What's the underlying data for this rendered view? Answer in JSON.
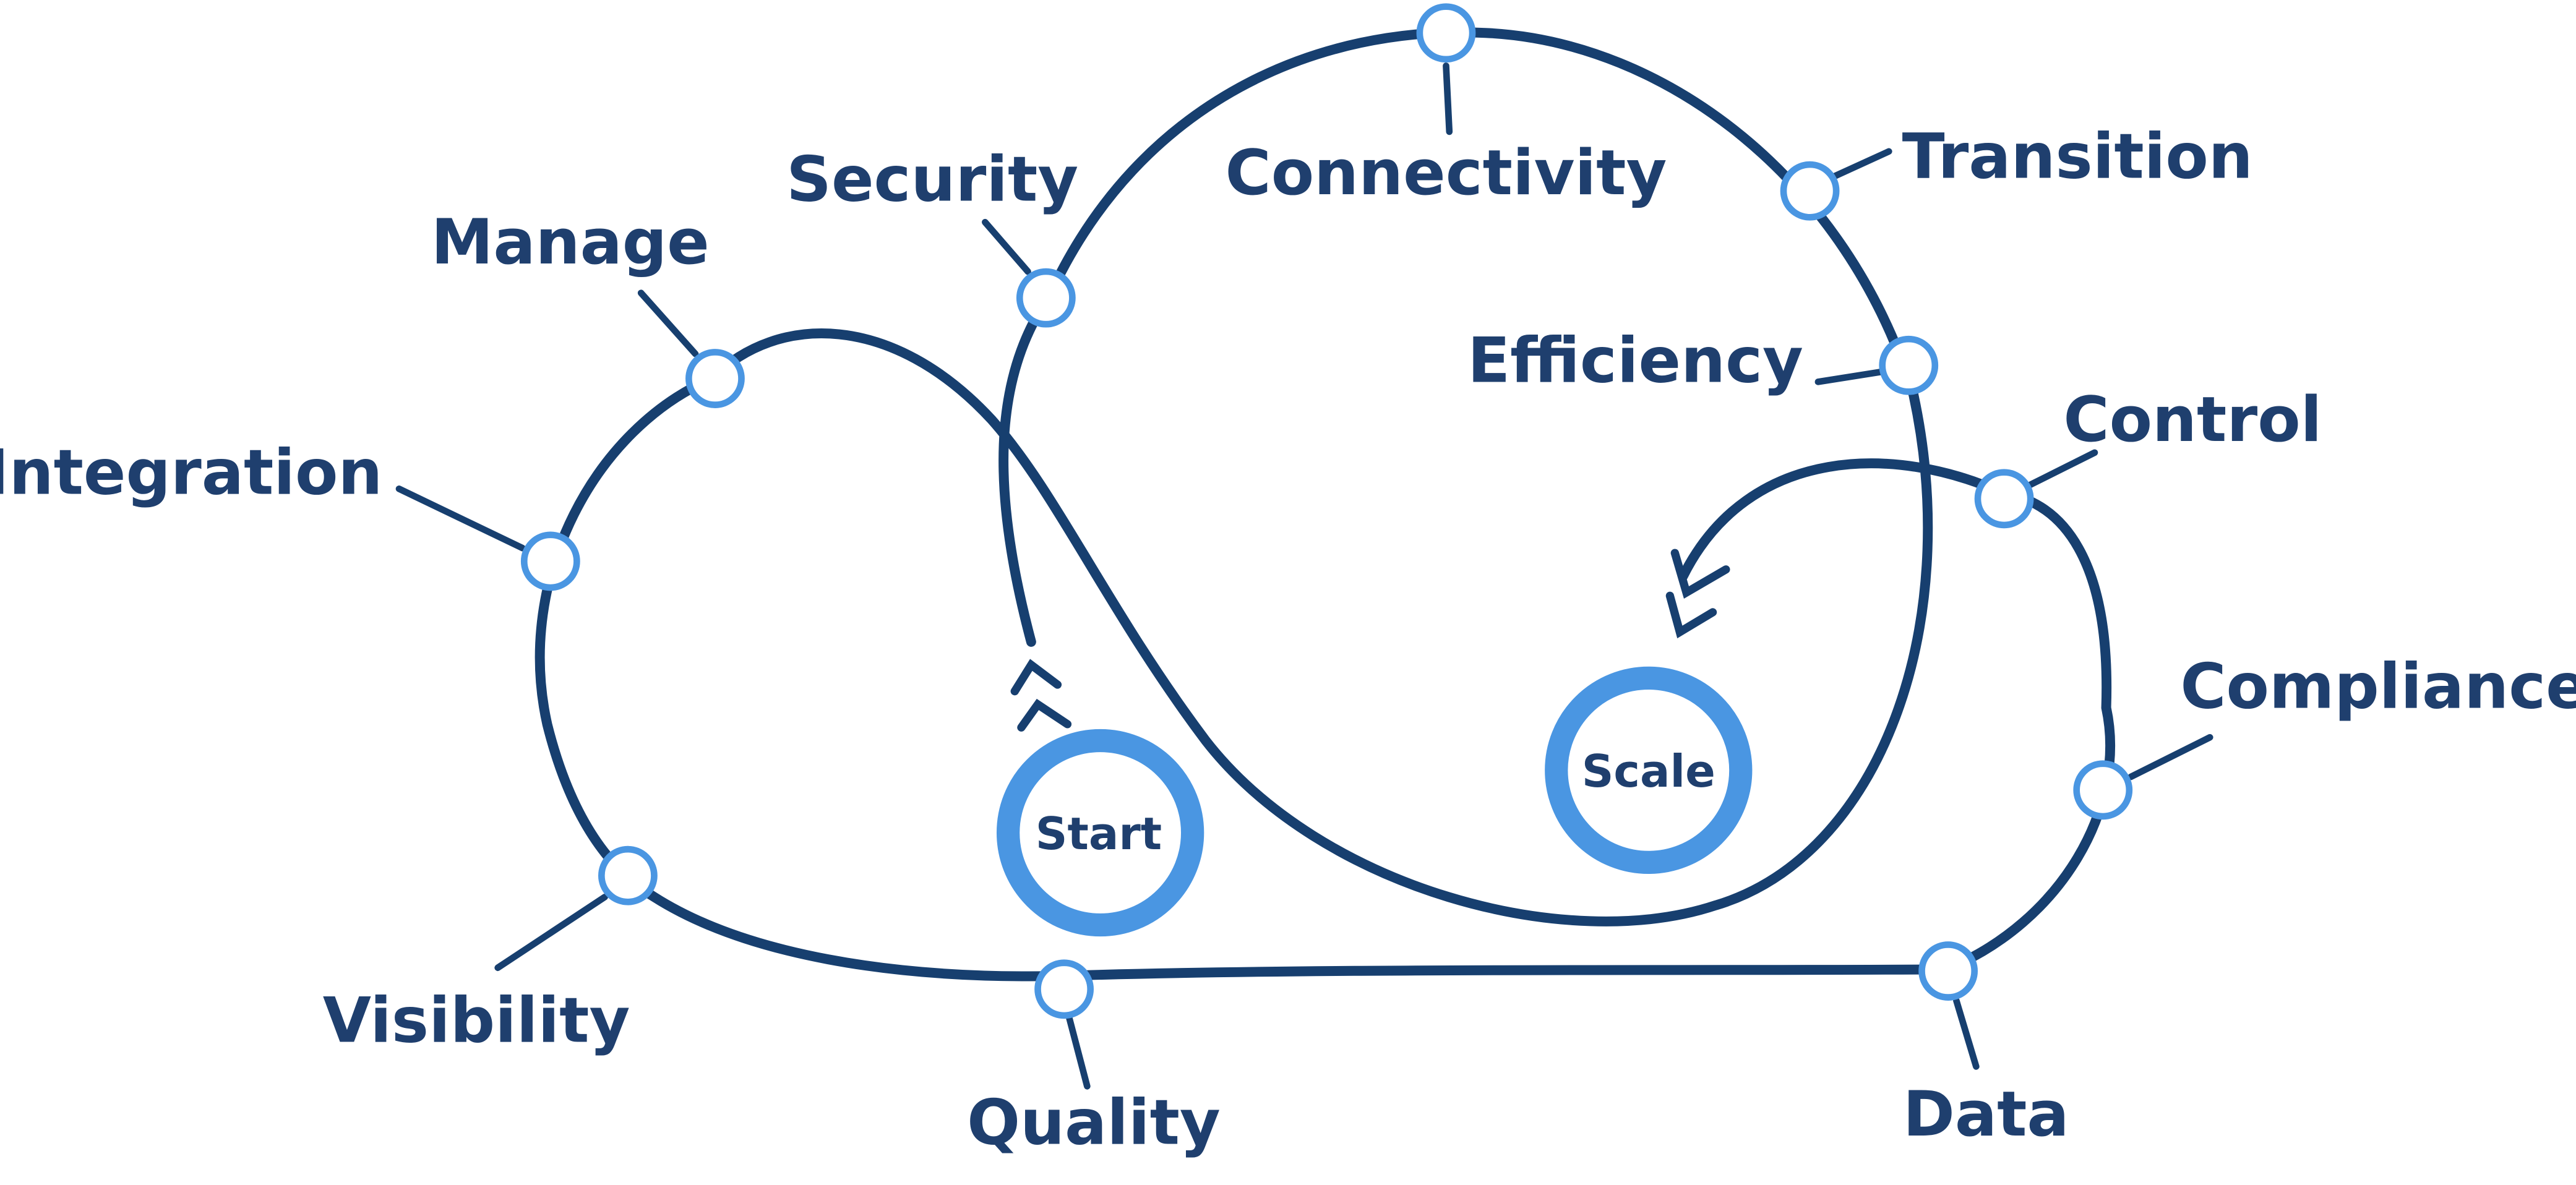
{
  "colors": {
    "path": "#173f6f",
    "node_stroke": "#4a96e2",
    "node_fill": "#ffffff",
    "text": "#1f3f6e"
  },
  "labels": {
    "connectivity": "Connectivity",
    "security": "Security",
    "transition": "Transition",
    "manage": "Manage",
    "efficiency": "Efficiency",
    "control": "Control",
    "integration": "Integration",
    "compliance": "Compliance",
    "visibility": "Visibility",
    "quality": "Quality",
    "data": "Data"
  },
  "centers": {
    "start": "Start",
    "scale": "Scale"
  }
}
